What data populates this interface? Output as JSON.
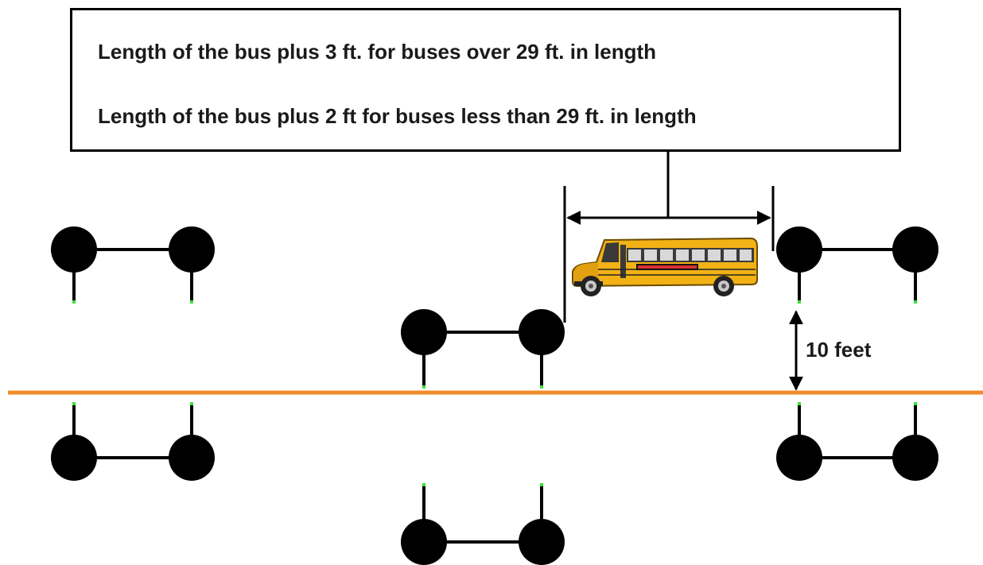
{
  "rules": {
    "over_29": "Length of the bus plus 3 ft. for buses over 29 ft. in length",
    "under_29": "Length of the bus plus 2 ft for buses less than 29 ft. in length"
  },
  "setback_label": "10 feet",
  "colors": {
    "road_line": "#ef8d2a",
    "marker_black": "#000000",
    "sensor_green": "#39e339",
    "bus_yellow": "#f2b216"
  }
}
